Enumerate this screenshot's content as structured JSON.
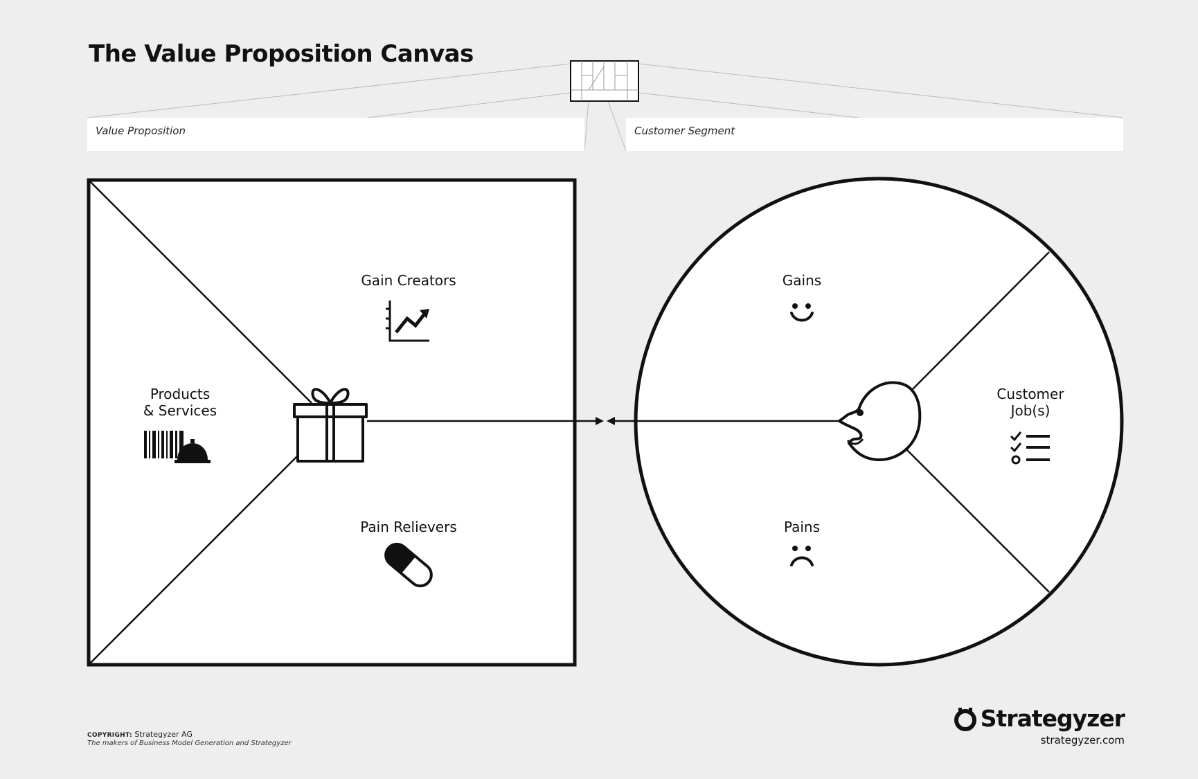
{
  "title": "The Value Proposition Canvas",
  "fields": {
    "value_proposition": "Value Proposition",
    "customer_segment": "Customer Segment"
  },
  "value_map": {
    "gain_creators": "Gain Creators",
    "products_line1": "Products",
    "products_line2": "& Services",
    "pain_relievers": "Pain Relievers"
  },
  "customer_profile": {
    "gains": "Gains",
    "jobs_line1": "Customer",
    "jobs_line2": "Job(s)",
    "pains": "Pains"
  },
  "footer": {
    "copyright_label": "COPYRIGHT:",
    "copyright_holder": "Strategyzer AG",
    "tagline": "The makers of Business Model Generation and Strategyzer",
    "brand_name": "Strategyzer",
    "brand_url": "strategyzer.com"
  },
  "icons": {
    "gift": "gift-icon",
    "chart": "rising-chart-icon",
    "products": "barcode-cloche-icon",
    "pill": "pill-icon",
    "face": "customer-face-icon",
    "smile": "smile-icon",
    "frown": "frown-icon",
    "checklist": "checklist-icon",
    "logo": "strategyzer-logo-icon"
  },
  "colors": {
    "background": "#eeeeee",
    "panel": "#ffffff",
    "ink": "#111111",
    "guide": "#bbbbbb"
  }
}
